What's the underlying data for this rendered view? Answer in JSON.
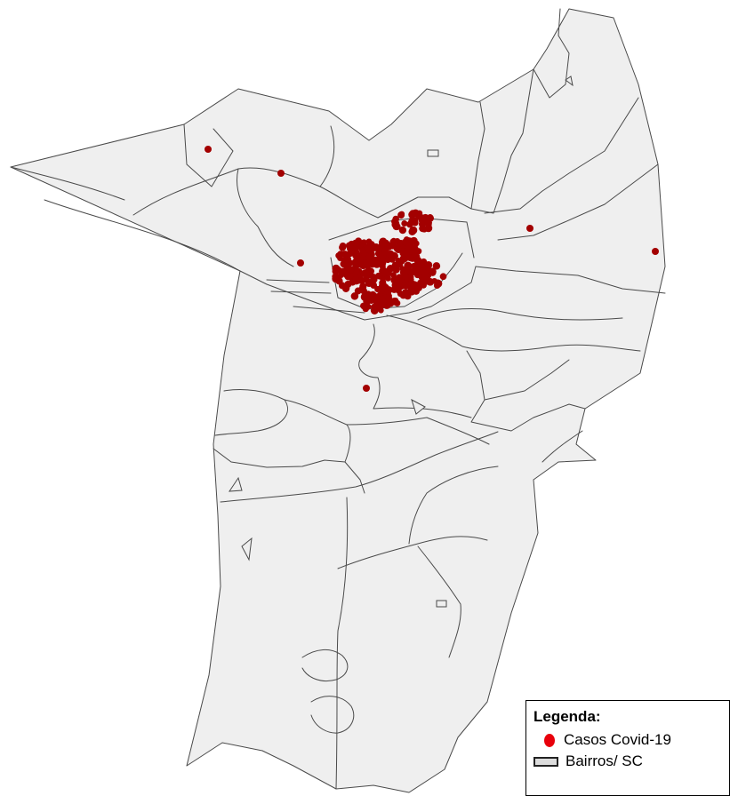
{
  "legend": {
    "title": "Legenda:",
    "items": [
      {
        "label": "Casos Covid-19",
        "symbol": "dot",
        "color": "#e8000b"
      },
      {
        "label": "Bairros/ SC",
        "symbol": "box",
        "color": "#dcdcdc"
      }
    ]
  },
  "colors": {
    "region_fill": "#efefef",
    "boundary": "#4a4a4a",
    "case_point": "#a30000"
  }
}
